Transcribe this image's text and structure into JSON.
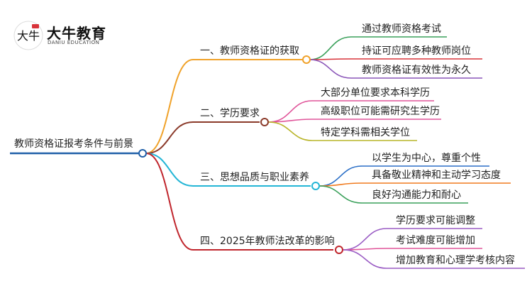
{
  "logo": {
    "mark_text": "大牛",
    "title": "大牛教育",
    "subtitle": "DANIU EDUCATION"
  },
  "root": {
    "label": "教师资格证报考条件与前景"
  },
  "colors": {
    "root": "#1f5fa8",
    "branch1": "#f0a22a",
    "branch2": "#8b3a2a",
    "branch3": "#24b6d6",
    "branch4": "#c0262d",
    "leafGreen": "#3aa05a",
    "leafPurple": "#8a55b8",
    "leafRed": "#d8333a",
    "leafPink": "#e0559a",
    "leafOlive": "#b9b52a",
    "leafBlue": "#2b6fc7",
    "leafOrange": "#f07b1f",
    "leafPurple2": "#9a5cc4"
  },
  "branches": [
    {
      "label": "一、教师资格证的获取",
      "children": [
        "通过教师资格考试",
        "持证可应聘多种教师岗位",
        "教师资格证有效性为永久"
      ]
    },
    {
      "label": "二、学历要求",
      "children": [
        "大部分单位要求本科学历",
        "高级职位可能需研究生学历",
        "特定学科需相关学位"
      ]
    },
    {
      "label": "三、思想品质与职业素养",
      "children": [
        "以学生为中心，尊重个性",
        "具备敬业精神和主动学习态度",
        "良好沟通能力和耐心"
      ]
    },
    {
      "label": "四、2025年教师法改革的影响",
      "children": [
        "学历要求可能调整",
        "考试难度可能增加",
        "增加教育和心理学考核内容"
      ]
    }
  ]
}
